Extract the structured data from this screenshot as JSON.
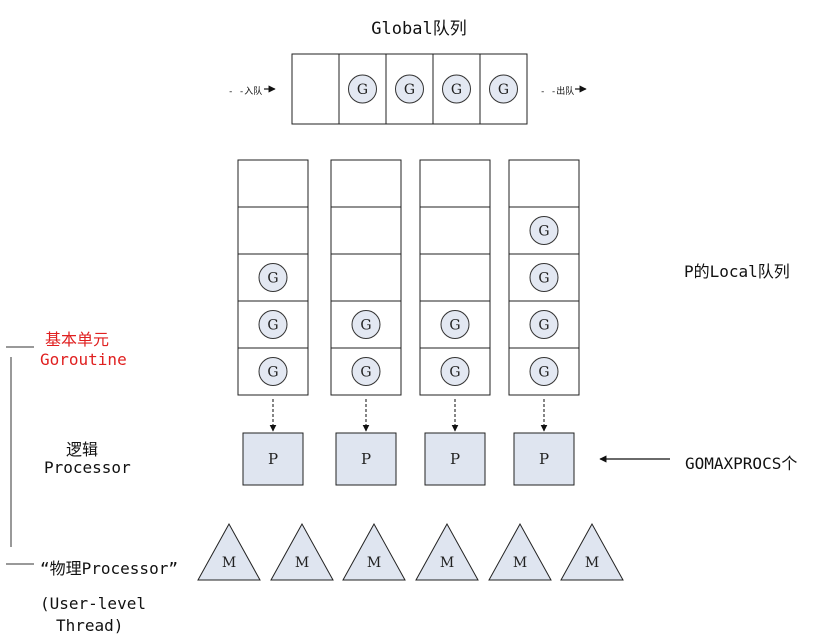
{
  "global_queue": {
    "title": "Global队列",
    "enqueue_label": "入队",
    "dequeue_label": "出队",
    "slots": [
      "",
      "G",
      "G",
      "G",
      "G"
    ]
  },
  "local_queues": {
    "label": "P的Local队列",
    "queues": [
      [
        "",
        "",
        "G",
        "G",
        "G"
      ],
      [
        "",
        "",
        "",
        "G",
        "G"
      ],
      [
        "",
        "",
        "",
        "G",
        "G"
      ],
      [
        "",
        "G",
        "G",
        "G",
        "G"
      ]
    ]
  },
  "processors": {
    "label_line1": "逻辑",
    "label_line2": "Processor",
    "items": [
      "P",
      "P",
      "P",
      "P"
    ],
    "count_label": "GOMAXPROCS个"
  },
  "goroutine_legend": {
    "line1": "基本单元",
    "line2": "Goroutine"
  },
  "threads": {
    "label": "“物理Processor”",
    "note_line1": "(User-level",
    "note_line2": "Thread)",
    "items": [
      "M",
      "M",
      "M",
      "M",
      "M",
      "M"
    ]
  }
}
